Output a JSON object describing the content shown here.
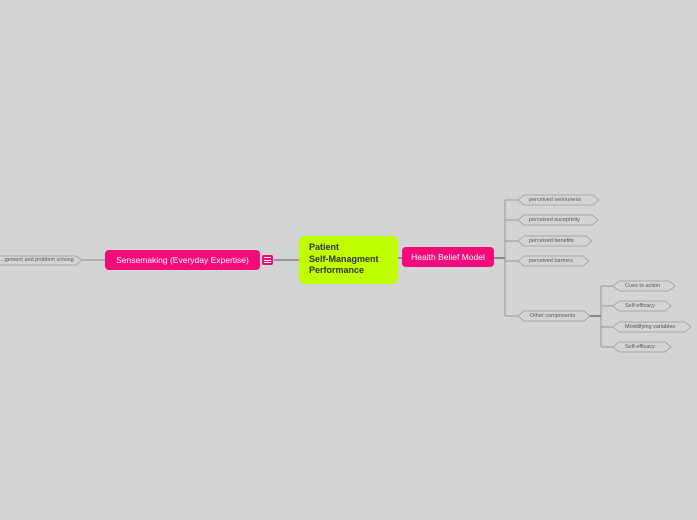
{
  "central_topic": {
    "lines": [
      "Patient",
      "Self-Managment",
      "Performance"
    ],
    "color": "#c0ff00"
  },
  "left_branch": {
    "label": "Sensemaking (Everyday Expertise)",
    "color": "#f40a78",
    "collapse_icon": "list-icon",
    "children": [
      "...gement and problem solving"
    ]
  },
  "right_branch": {
    "label": "Health Belief Model",
    "color": "#f40a78",
    "children": [
      {
        "label": "perceived seriouness"
      },
      {
        "label": "perceived suceptivity"
      },
      {
        "label": "perceived benefits"
      },
      {
        "label": "perceived barriers"
      },
      {
        "label": "Other components",
        "children": [
          {
            "label": "Cues to action"
          },
          {
            "label": "Self-efficacy"
          },
          {
            "label": "Moddifying variables"
          },
          {
            "label": "Self-efficacy"
          }
        ]
      }
    ]
  }
}
